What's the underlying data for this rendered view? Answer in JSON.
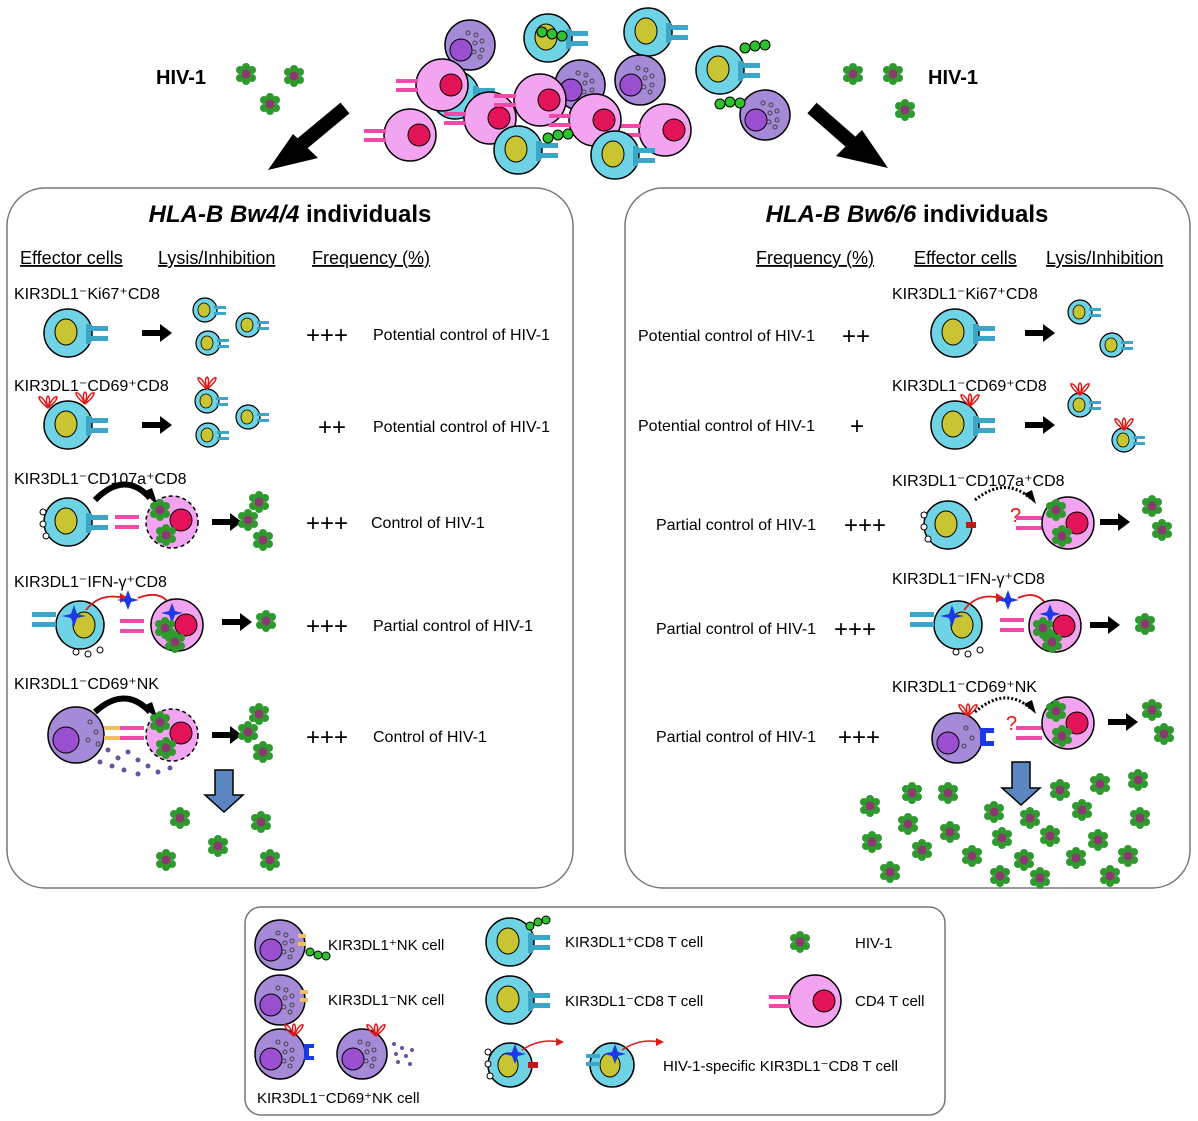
{
  "hiv_label": "HIV-1",
  "left_panel": {
    "title_italic": "HLA-B Bw4/4",
    "title_rest": " individuals",
    "headers": {
      "effector": "Effector cells",
      "lysis": "Lysis/Inhibition",
      "frequency": "Frequency (%)"
    },
    "rows": [
      {
        "label": "KIR3DL1⁻Ki67⁺CD8",
        "frequency": "+++",
        "outcome": "Potential control of HIV-1"
      },
      {
        "label": "KIR3DL1⁻CD69⁺CD8",
        "frequency": "++",
        "outcome": "Potential control of HIV-1"
      },
      {
        "label": "KIR3DL1⁻CD107a⁺CD8",
        "frequency": "+++",
        "outcome": "Control of HIV-1"
      },
      {
        "label": "KIR3DL1⁻IFN-γ⁺CD8",
        "frequency": "+++",
        "outcome": "Partial control of HIV-1"
      },
      {
        "label": "KIR3DL1⁻CD69⁺NK",
        "frequency": "+++",
        "outcome": "Control of HIV-1"
      }
    ]
  },
  "right_panel": {
    "title_italic": "HLA-B Bw6/6",
    "title_rest": " individuals",
    "headers": {
      "frequency": "Frequency (%)",
      "effector": "Effector cells",
      "lysis": "Lysis/Inhibition"
    },
    "rows": [
      {
        "label": "KIR3DL1⁻Ki67⁺CD8",
        "frequency": "++",
        "outcome": "Potential control of HIV-1"
      },
      {
        "label": "KIR3DL1⁻CD69⁺CD8",
        "frequency": "+",
        "outcome": "Potential control of HIV-1"
      },
      {
        "label": "KIR3DL1⁻CD107a⁺CD8",
        "frequency": "+++",
        "outcome": "Partial control of HIV-1"
      },
      {
        "label": "KIR3DL1⁻IFN-γ⁺CD8",
        "frequency": "+++",
        "outcome": "Partial control of HIV-1"
      },
      {
        "label": "KIR3DL1⁻CD69⁺NK",
        "frequency": "+++",
        "outcome": "Partial control of HIV-1"
      }
    ]
  },
  "question_mark": "?",
  "legend": {
    "nk_pos": "KIR3DL1⁺NK cell",
    "nk_neg": "KIR3DL1⁻NK cell",
    "nk_cd69": "KIR3DL1⁻CD69⁺NK cell",
    "cd8_pos": "KIR3DL1⁺CD8 T cell",
    "cd8_neg": "KIR3DL1⁻CD8 T cell",
    "cd8_hiv": "HIV-1-specific KIR3DL1⁻CD8 T cell",
    "hiv": "HIV-1",
    "cd4": "CD4 T cell"
  },
  "colors": {
    "cd8_cell": "#6fd3e6",
    "nucleus": "#c9c431",
    "receptor": "#3aa6c8",
    "cd4_cell": "#f3a4f0",
    "cd4_nucleus": "#e3135a",
    "cd4_receptor": "#f04aa8",
    "nk_cell": "#a58ad8",
    "nk_nucleus": "#9a4fd0",
    "virus_petal": "#2e9a2e",
    "virus_core": "#8a3a6e",
    "kir": "#2ec22e",
    "red": "#e01818",
    "blue_star": "#1a3ae8",
    "down_arrow": "#5b86c0"
  }
}
